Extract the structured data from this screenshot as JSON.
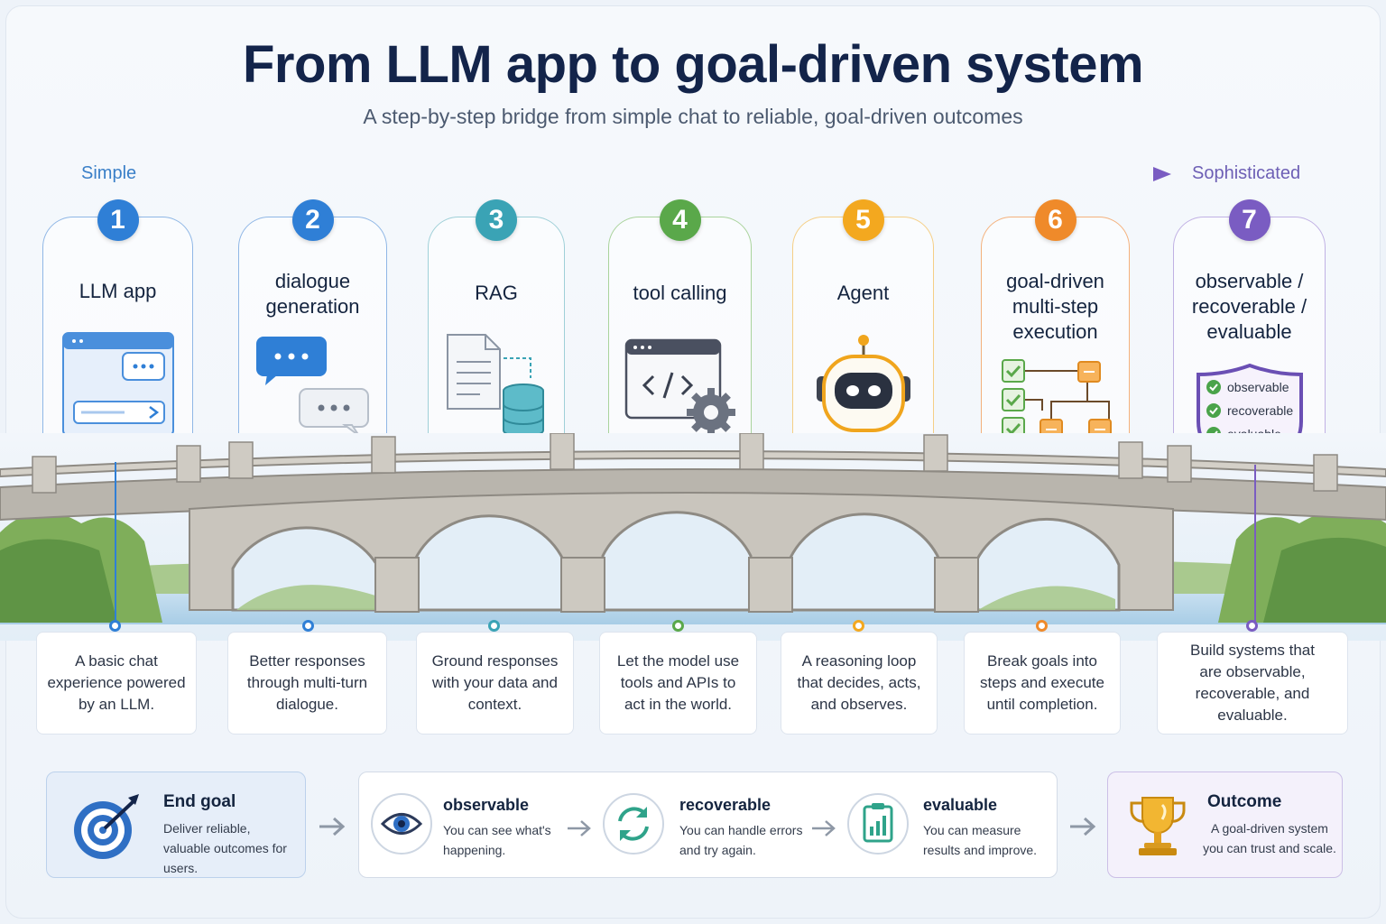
{
  "header": {
    "title": "From LLM app to goal-driven system",
    "subtitle": "A step-by-step bridge from simple chat to reliable, goal-driven outcomes"
  },
  "scale": {
    "left": "Simple",
    "right": "Sophisticated"
  },
  "stages": [
    {
      "num": "1",
      "title": "LLM app",
      "desc": "A basic chat experience powered by an LLM.",
      "color": "#2f7fd6",
      "icon": "chat-window-icon"
    },
    {
      "num": "2",
      "title": "dialogue generation",
      "desc": "Better responses through multi-turn dialogue.",
      "color": "#2f7fd6",
      "icon": "speech-bubbles-icon"
    },
    {
      "num": "3",
      "title": "RAG",
      "desc": "Ground responses with your data and context.",
      "color": "#3aa3b5",
      "icon": "document-database-icon"
    },
    {
      "num": "4",
      "title": "tool calling",
      "desc": "Let the model use tools and APIs to act in the world.",
      "color": "#5aa84a",
      "icon": "code-gear-icon"
    },
    {
      "num": "5",
      "title": "Agent",
      "desc": "A reasoning loop that decides, acts, and observes.",
      "color": "#f3a81f",
      "icon": "robot-icon"
    },
    {
      "num": "6",
      "title": "goal-driven multi-step execution",
      "desc": "Break goals into steps and execute until completion.",
      "color": "#ef8a2a",
      "icon": "flowchart-icon"
    },
    {
      "num": "7",
      "title": "observable / recoverable / evaluable",
      "desc": "Build systems that are observable, recoverable, and evaluable.",
      "color": "#7a5cc2",
      "icon": "shield-checklist-icon",
      "checks": [
        "observable",
        "recoverable",
        "evaluable"
      ]
    }
  ],
  "bottom": {
    "end_goal": {
      "title": "End goal",
      "text": "Deliver reliable, valuable outcomes for users.",
      "icon": "target-icon"
    },
    "pillars": [
      {
        "title": "observable",
        "text": "You can see what's happening.",
        "icon": "eye-icon"
      },
      {
        "title": "recoverable",
        "text": "You can handle errors and try again.",
        "icon": "refresh-icon"
      },
      {
        "title": "evaluable",
        "text": "You can measure results and improve.",
        "icon": "clipboard-chart-icon"
      }
    ],
    "outcome": {
      "title": "Outcome",
      "text": "A goal-driven system you can trust and scale.",
      "icon": "trophy-icon"
    }
  },
  "colors": {
    "blue": "#2f7fd6",
    "teal": "#3aa3b5",
    "green": "#5aa84a",
    "yellow": "#f3a81f",
    "orange": "#ef8a2a",
    "purple": "#7a5cc2",
    "navy": "#13244a"
  }
}
